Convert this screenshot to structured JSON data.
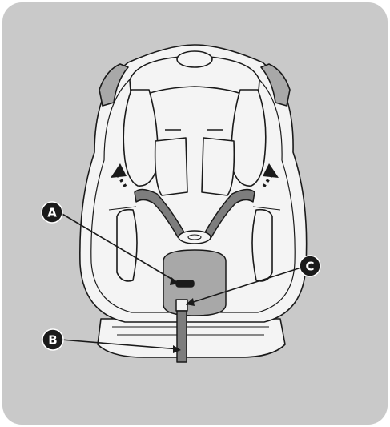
{
  "colors": {
    "panel_bg": "#c9c9c9",
    "seat_fill": "#f4f4f4",
    "outline": "#1a1a1a",
    "harness_gray": "#7d7d7d",
    "pad_gray": "#a8a8a8",
    "callout_fill": "#1a1a1a",
    "callout_text": "#ffffff"
  },
  "callouts": [
    {
      "id": "A",
      "label": "A"
    },
    {
      "id": "B",
      "label": "B"
    },
    {
      "id": "C",
      "label": "C"
    }
  ],
  "icons": {
    "adjust_arrows": "double-arrow-up-icon"
  }
}
